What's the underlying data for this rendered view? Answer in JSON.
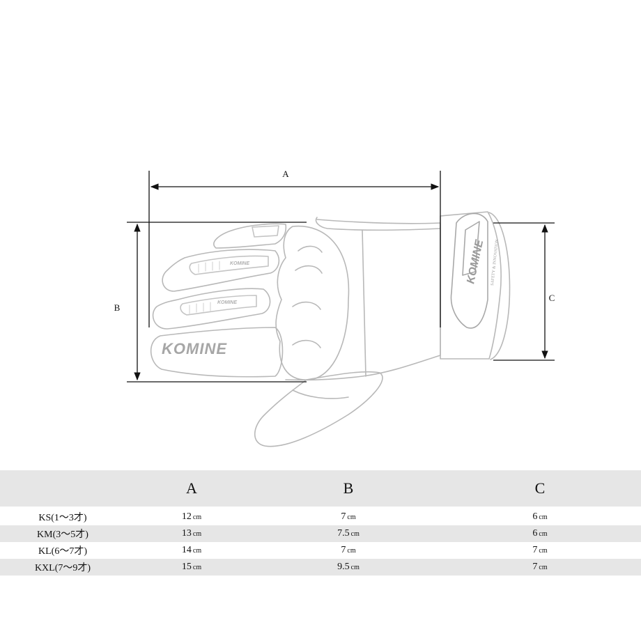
{
  "diagram": {
    "labels": {
      "a": "A",
      "b": "B",
      "c": "C"
    },
    "brand": "KOMINE",
    "cuff_tagline": "SAFETY & INNOVATION"
  },
  "table": {
    "headers": [
      "",
      "A",
      "B",
      "C"
    ],
    "unit": "cm",
    "rows": [
      {
        "size": "KS(1〜3才)",
        "a": "12",
        "b": "7",
        "c": "6"
      },
      {
        "size": "KM(3〜5才)",
        "a": "13",
        "b": "7.5",
        "c": "6"
      },
      {
        "size": "KL(6〜7才)",
        "a": "14",
        "b": "7",
        "c": "7"
      },
      {
        "size": "KXL(7〜9才)",
        "a": "15",
        "b": "9.5",
        "c": "7"
      }
    ]
  }
}
